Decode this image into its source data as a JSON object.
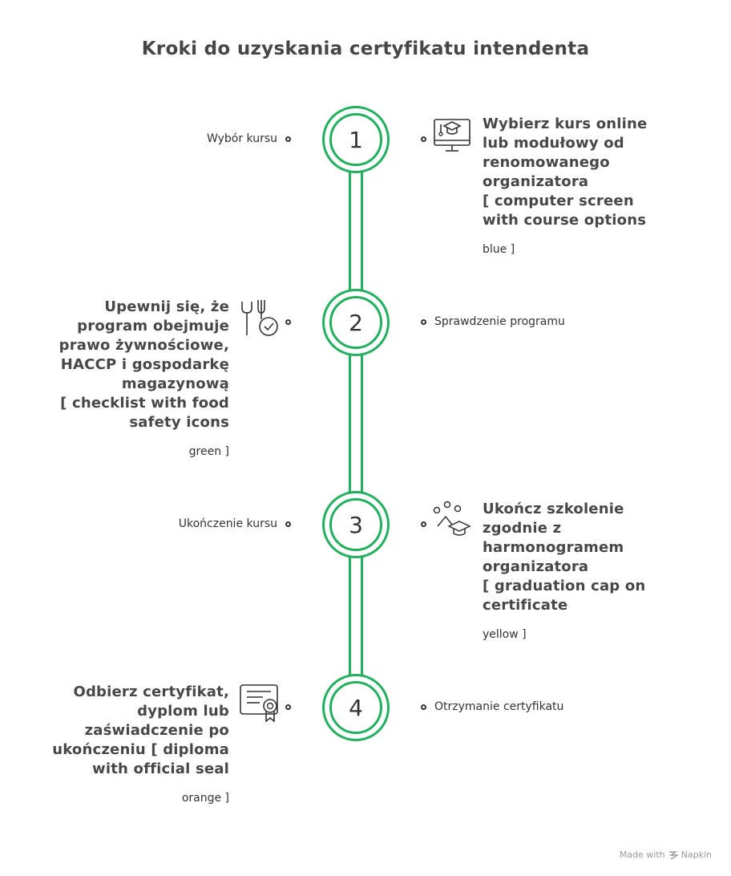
{
  "title": "Kroki do uzyskania certyfikatu intendenta",
  "steps": [
    {
      "number": "1",
      "label": "Wybór kursu",
      "description_lines": [
        "Wybierz kurs online",
        "lub modułowy od",
        "renomowanego",
        "organizatora",
        "[ computer screen",
        "with course options"
      ],
      "tail": "blue ]",
      "icon": "computer-course-icon"
    },
    {
      "number": "2",
      "label": "Sprawdzenie programu",
      "description_lines": [
        "Upewnij się, że",
        "program obejmuje",
        "prawo żywnościowe,",
        "HACCP i gospodarkę",
        "magazynową",
        "[ checklist with food",
        "safety icons"
      ],
      "tail": "green ]",
      "icon": "food-safety-check-icon"
    },
    {
      "number": "3",
      "label": "Ukończenie kursu",
      "description_lines": [
        "Ukończ szkolenie",
        "zgodnie z",
        "harmonogramem",
        "organizatora",
        "[ graduation cap on",
        "certificate"
      ],
      "tail": "yellow ]",
      "icon": "graduation-cap-icon"
    },
    {
      "number": "4",
      "label": "Otrzymanie certyfikatu",
      "description_lines": [
        "Odbierz certyfikat,",
        "dyplom lub",
        "zaświadczenie po",
        "ukończeniu [ diploma",
        "with official seal"
      ],
      "tail": "orange ]",
      "icon": "certificate-seal-icon"
    }
  ],
  "footer": {
    "made_with": "Made with",
    "brand": "Napkin"
  },
  "colors": {
    "accent": "#22b05f",
    "text": "#474747"
  }
}
